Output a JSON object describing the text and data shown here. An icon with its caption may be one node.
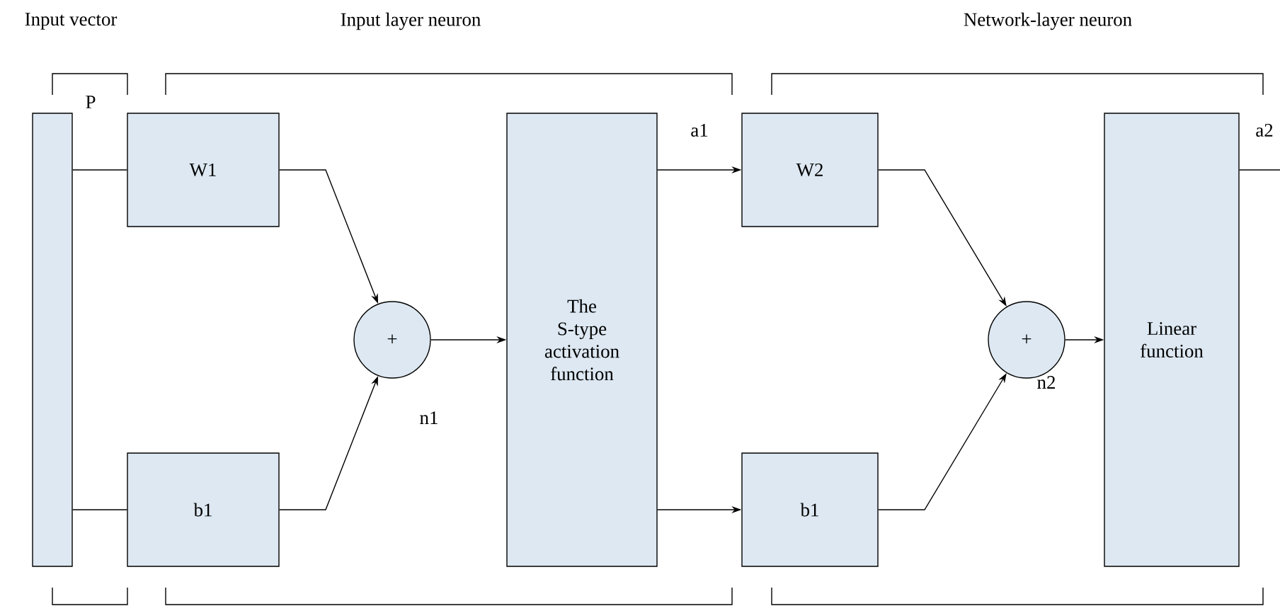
{
  "diagram": {
    "nodes": [
      {
        "text": [],
        "shape": "bar"
      },
      {
        "text": [
          "W1"
        ]
      },
      {
        "text": [
          "b1"
        ]
      },
      {
        "text": [
          "+"
        ],
        "beside": [
          "n1"
        ]
      },
      {
        "text": [
          "The S-type activation function"
        ]
      },
      {
        "text": [
          "W2"
        ]
      },
      {
        "text": [
          "b1"
        ]
      },
      {
        "text": [
          "+"
        ],
        "beside": [
          "n2"
        ]
      },
      {
        "text": [
          "Linear function"
        ]
      }
    ],
    "edges": [
      {
        "from": 0,
        "to": 1,
        "arrow": "none"
      },
      {
        "from": 0,
        "to": 2,
        "arrow": "none"
      },
      {
        "from": 1,
        "to": 3,
        "arrow": "to"
      },
      {
        "from": 2,
        "to": 3,
        "arrow": "to"
      },
      {
        "from": 3,
        "to": 4,
        "arrow": "to"
      },
      {
        "from": 4,
        "to": 5,
        "arrow": "to",
        "label": "a1"
      },
      {
        "from": 4,
        "to": 6,
        "arrow": "to"
      },
      {
        "from": 5,
        "to": 7,
        "arrow": "to"
      },
      {
        "from": 6,
        "to": 7,
        "arrow": "to"
      },
      {
        "from": 7,
        "to": 8,
        "arrow": "to"
      },
      {
        "from": 8,
        "to": null,
        "arrow": "none",
        "label": "a2"
      }
    ],
    "labels": [
      "Input vector",
      "Input layer neuron",
      "Network-layer neuron",
      "P"
    ]
  }
}
